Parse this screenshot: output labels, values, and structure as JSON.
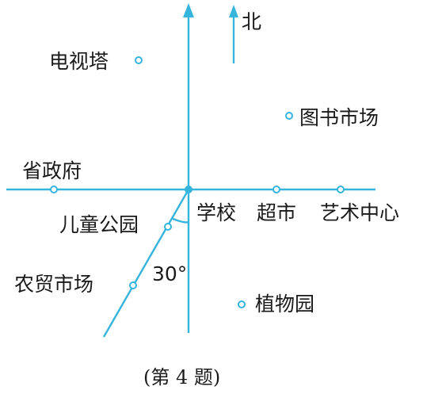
{
  "north_label": "北",
  "places": [
    {
      "key": "tv_tower",
      "label": "电视塔"
    },
    {
      "key": "book_market",
      "label": "图书市场"
    },
    {
      "key": "gov",
      "label": "省政府"
    },
    {
      "key": "school",
      "label": "学校"
    },
    {
      "key": "supermarket",
      "label": "超市"
    },
    {
      "key": "art_center",
      "label": "艺术中心"
    },
    {
      "key": "children_park",
      "label": "儿童公园"
    },
    {
      "key": "farm_market",
      "label": "农贸市场"
    },
    {
      "key": "botanical",
      "label": "植物园"
    }
  ],
  "angle_label": "30°",
  "caption": "(第 4 题)",
  "colors": {
    "line": "#35b4dc",
    "text": "#1a1a1a"
  }
}
